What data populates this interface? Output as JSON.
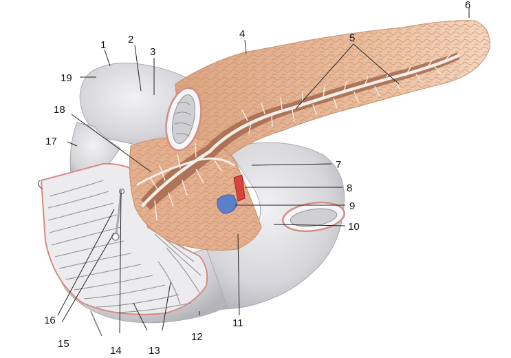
{
  "colors": {
    "background": "#ffffff",
    "pancreas": "#e7b896",
    "pancreas_light": "#f3d4bb",
    "pancreas_lobule": "#cf9675",
    "duct": "#f4efe9",
    "duodenum": "#dcdcdf",
    "duodenum_shade": "#b9b9bf",
    "mucosa": "#ececee",
    "fold": "#8f8f96",
    "cut_edge": "#d48a86",
    "artery": "#d8433d",
    "vein": "#5b7fc9",
    "label": "#111111"
  },
  "labels": [
    {
      "id": "1",
      "text": "1"
    },
    {
      "id": "2",
      "text": "2"
    },
    {
      "id": "3",
      "text": "3"
    },
    {
      "id": "4",
      "text": "4"
    },
    {
      "id": "5",
      "text": "5"
    },
    {
      "id": "6",
      "text": "6"
    },
    {
      "id": "7",
      "text": "7"
    },
    {
      "id": "8",
      "text": "8"
    },
    {
      "id": "9",
      "text": "9"
    },
    {
      "id": "10",
      "text": "10"
    },
    {
      "id": "11",
      "text": "11"
    },
    {
      "id": "12",
      "text": "12"
    },
    {
      "id": "13",
      "text": "13"
    },
    {
      "id": "14",
      "text": "14"
    },
    {
      "id": "15",
      "text": "15"
    },
    {
      "id": "16",
      "text": "16"
    },
    {
      "id": "17",
      "text": "17"
    },
    {
      "id": "18",
      "text": "18"
    },
    {
      "id": "19",
      "text": "19"
    }
  ]
}
